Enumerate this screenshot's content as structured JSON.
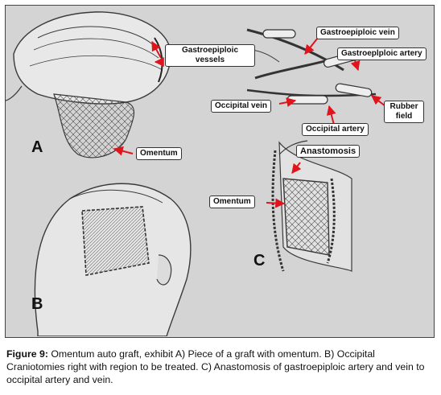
{
  "figure": {
    "labels": {
      "gastroepiploic_vessels": [
        "Gastroepiploic",
        "vessels"
      ],
      "omentum_a": "Omentum",
      "gastroepiploic_vein": "Gastroepiploic vein",
      "gastroepiploic_artery": "Gastroeplploic artery",
      "occipital_vein": "Occipital vein",
      "rubber_field": [
        "Rubber",
        "field"
      ],
      "occipital_artery": "Occipital artery",
      "anastomosis": "Anastomosis",
      "omentum_c": "Omentum"
    },
    "panels": {
      "a": "A",
      "b": "B",
      "c": "C"
    },
    "colors": {
      "arrow": "#e0141c",
      "frame_bg": "#d4d4d4",
      "ink": "#3a3a3a"
    }
  },
  "caption": {
    "prefix": "Figure 9:",
    "text": " Omentum auto graft, exhibit A) Piece of a graft with omentum. B) Occipital Craniotomies right with region to be treated. C) Anastomosis of gastroepiploic artery and vein to occipital artery and vein."
  }
}
